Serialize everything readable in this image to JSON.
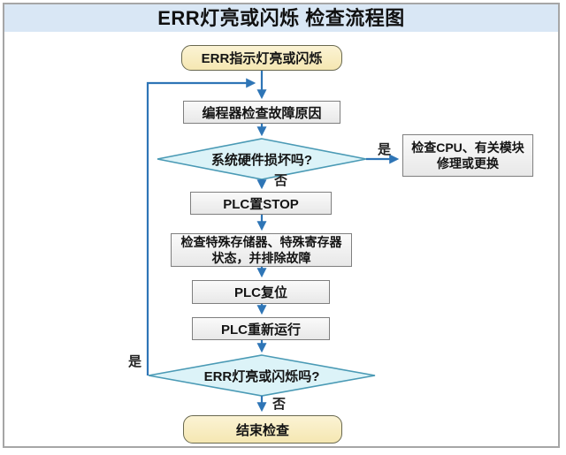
{
  "header": {
    "title": "ERR灯亮或闪烁 检查流程图"
  },
  "nodes": {
    "start": {
      "label": "ERR指示灯亮或闪烁"
    },
    "check_cause": {
      "label": "编程器检查故障原因"
    },
    "hw_damaged": {
      "label": "系统硬件损坏吗?"
    },
    "check_cpu": {
      "label": "检查CPU、有关模块\n修理或更换"
    },
    "plc_stop": {
      "label": "PLC置STOP"
    },
    "check_registers": {
      "label": "检查特殊存储器、特殊寄存器\n状态，并排除故障"
    },
    "plc_reset": {
      "label": "PLC复位"
    },
    "plc_rerun": {
      "label": "PLC重新运行"
    },
    "err_again": {
      "label": "ERR灯亮或闪烁吗?"
    },
    "end": {
      "label": "结束检查"
    }
  },
  "edge_labels": {
    "hw_yes": "是",
    "hw_no": "否",
    "again_yes": "是",
    "again_no": "否"
  },
  "colors": {
    "title_bar_bg": "#d9e7f5",
    "terminal_fill": "#f8ecc3",
    "terminal_border": "#68684f",
    "process_fill": "#efefef",
    "process_border": "#7f7f7f",
    "decision_fill": "#dcf3f8",
    "decision_border": "#4a9ab5",
    "arrow": "#2e75b6",
    "frame_border": "#a6a6a6",
    "text": "#141414"
  }
}
